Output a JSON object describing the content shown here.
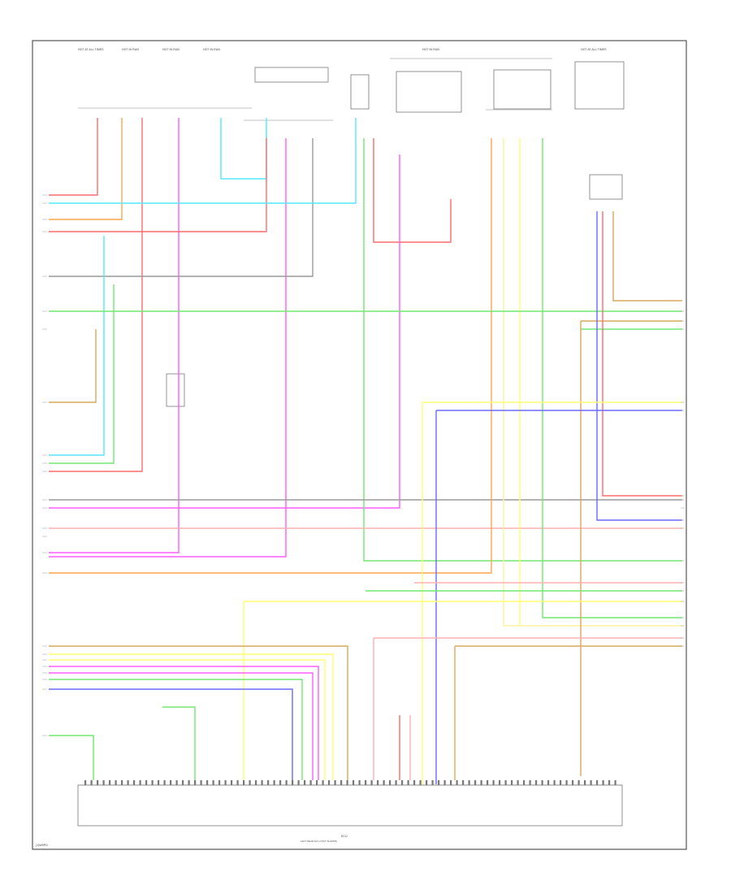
{
  "diagram": {
    "frame_code": "(1)W0PG",
    "bottom_label": "ECU",
    "bottom_sublabel": "LEFT REAR ECU (NOT SHOWN)",
    "top_labels": [
      "HOT AT ALL TIMES",
      "HOT IN RUN",
      "HOT IN RUN",
      "HOT IN RUN",
      "HOT IN RUN",
      "HOT AT ALL TIMES"
    ],
    "wire_colors": {
      "red": "#ff6b6b",
      "pink": "#ffb0b0",
      "orange": "#ffa64d",
      "cyan": "#54e8ff",
      "magenta": "#ff5cff",
      "green": "#70e870",
      "yellow": "#ffff70",
      "blue": "#6a6aff",
      "tan": "#d9a85c",
      "gray": "#9a9a9a",
      "light_yellow": "#fff2a0"
    }
  }
}
